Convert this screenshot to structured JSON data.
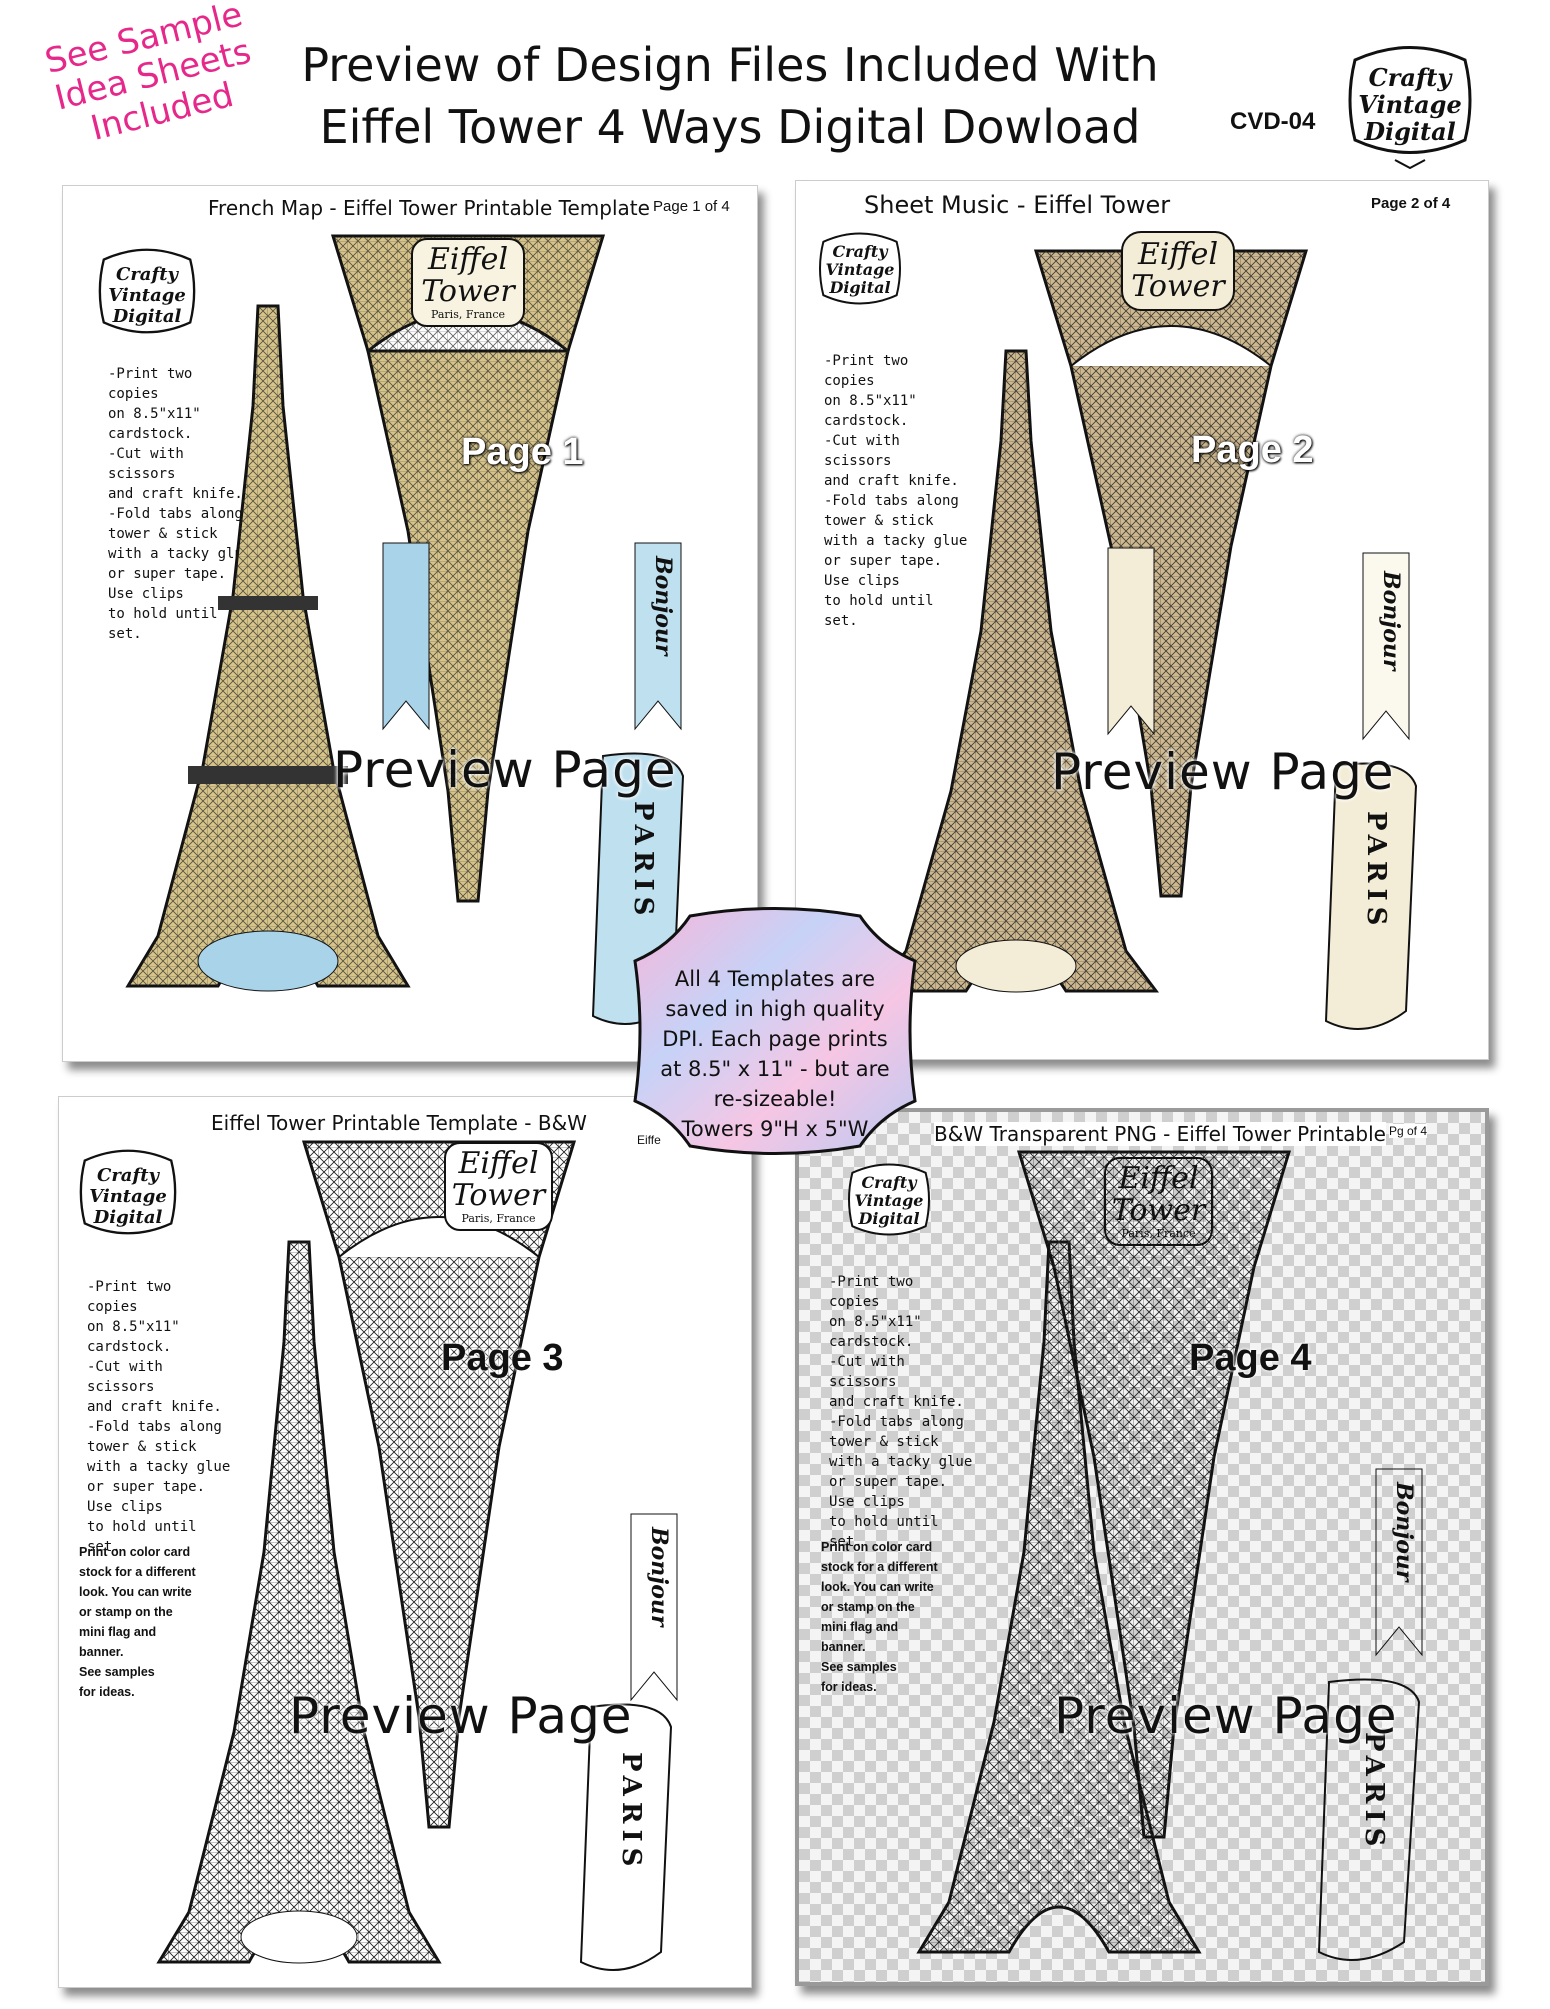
{
  "promo": {
    "line1": "See Sample",
    "line2": "Idea Sheets",
    "line3": "Included"
  },
  "header": {
    "line1": "Preview of Design Files Included With",
    "line2": "Eiffel Tower 4 Ways Digital Dowload",
    "code": "CVD-04"
  },
  "brand": {
    "line1": "Crafty",
    "line2": "Vintage",
    "line3": "Digital"
  },
  "instructions": "-Print two\ncopies\non 8.5\"x11\"\ncardstock.\n-Cut with scissors\nand craft knife.\n-Fold tabs along\ntower & stick\nwith a tacky glue\nor super tape.\nUse clips\nto hold until\nset.",
  "extra_note": "Print on color card\nstock for a different\nlook. You can write\nor stamp on the\nmini flag and\nbanner.\nSee samples\nfor ideas.",
  "plaque": {
    "line1": "Eiffel",
    "line2": "Tower",
    "sub": "Paris, France"
  },
  "bonjour": "Bonjour",
  "paris": "PARIS",
  "preview": "Preview Page",
  "panels": [
    {
      "title": "French Map - Eiffel Tower Printable Template",
      "page_num": "Page 1 of 4",
      "page_label": "Page 1"
    },
    {
      "title": "Sheet Music - Eiffel Tower",
      "page_num": "Page 2 of 4",
      "page_label": "Page 2"
    },
    {
      "title": "Eiffel Tower Printable Template - B&W",
      "page_num": "Eiffe",
      "page_label": "Page 3"
    },
    {
      "title": "B&W Transparent PNG - Eiffel Tower Printable",
      "page_num": "Pg   of 4",
      "page_label": "Page 4"
    }
  ],
  "center_note": "All 4 Templates are\nsaved in high quality\nDPI. Each page prints\nat 8.5\" x 11\" - but are\nre-sizeable!\nTowers 9\"H x 5\"W",
  "colors": {
    "promo": "#e6288a",
    "map_fill": "#d7c48a",
    "music_fill": "#cdb88f",
    "sky": "#a9d3e8"
  }
}
